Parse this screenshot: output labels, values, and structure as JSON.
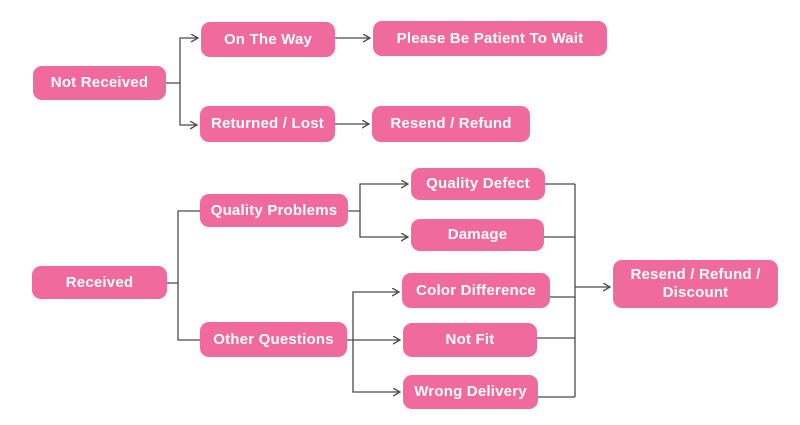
{
  "diagram": {
    "type": "flowchart",
    "colors": {
      "node_bg": "#f06a9e",
      "node_text": "#ffffff",
      "line": "#4a4a4a",
      "background": "#ffffff"
    },
    "nodes": {
      "not_received": {
        "label": "Not Received"
      },
      "on_the_way": {
        "label": "On The Way"
      },
      "please_be_patient": {
        "label": "Please Be Patient To Wait"
      },
      "returned_lost": {
        "label": "Returned / Lost"
      },
      "resend_refund": {
        "label": "Resend / Refund"
      },
      "received": {
        "label": "Received"
      },
      "quality_problems": {
        "label": "Quality Problems"
      },
      "other_questions": {
        "label": "Other Questions"
      },
      "quality_defect": {
        "label": "Quality Defect"
      },
      "damage": {
        "label": "Damage"
      },
      "color_difference": {
        "label": "Color Difference"
      },
      "not_fit": {
        "label": "Not Fit"
      },
      "wrong_delivery": {
        "label": "Wrong Delivery"
      },
      "resend_refund_discount": {
        "label": "Resend / Refund / Discount"
      }
    },
    "edges": [
      {
        "from": "Not Received",
        "to": "On The Way"
      },
      {
        "from": "Not Received",
        "to": "Returned / Lost"
      },
      {
        "from": "On The Way",
        "to": "Please Be Patient To Wait"
      },
      {
        "from": "Returned / Lost",
        "to": "Resend / Refund"
      },
      {
        "from": "Received",
        "to": "Quality Problems"
      },
      {
        "from": "Received",
        "to": "Other Questions"
      },
      {
        "from": "Quality Problems",
        "to": "Quality Defect"
      },
      {
        "from": "Quality Problems",
        "to": "Damage"
      },
      {
        "from": "Other Questions",
        "to": "Color Difference"
      },
      {
        "from": "Other Questions",
        "to": "Not Fit"
      },
      {
        "from": "Other Questions",
        "to": "Wrong Delivery"
      },
      {
        "from": "Quality Defect",
        "to": "Resend / Refund / Discount"
      },
      {
        "from": "Damage",
        "to": "Resend / Refund / Discount"
      },
      {
        "from": "Color Difference",
        "to": "Resend / Refund / Discount"
      },
      {
        "from": "Not Fit",
        "to": "Resend / Refund / Discount"
      },
      {
        "from": "Wrong Delivery",
        "to": "Resend / Refund / Discount"
      }
    ]
  }
}
